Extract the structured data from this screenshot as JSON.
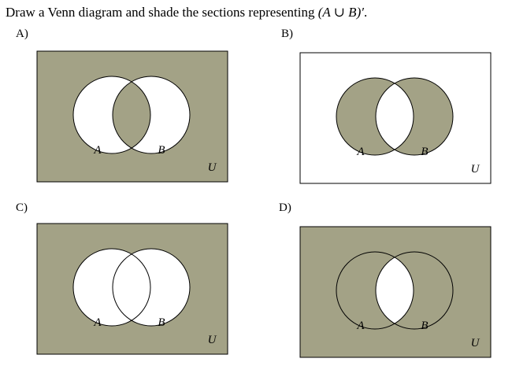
{
  "question": {
    "prefix": "Draw a Venn diagram and shade the sections representing ",
    "expression": "(A ∪ B)′",
    "suffix": "."
  },
  "colors": {
    "shade": "#a3a286",
    "blank": "#ffffff",
    "stroke": "#000000"
  },
  "options": [
    {
      "label": "A)",
      "set_a": "A",
      "set_b": "B",
      "universe": "U",
      "shaded": [
        "outside",
        "intersection"
      ]
    },
    {
      "label": "B)",
      "set_a": "A",
      "set_b": "B",
      "universe": "U",
      "shaded": [
        "a_only",
        "b_only"
      ]
    },
    {
      "label": "C)",
      "set_a": "A",
      "set_b": "B",
      "universe": "U",
      "shaded": [
        "outside"
      ]
    },
    {
      "label": "D)",
      "set_a": "A",
      "set_b": "B",
      "universe": "U",
      "shaded": [
        "outside",
        "a_only",
        "b_only"
      ]
    }
  ]
}
